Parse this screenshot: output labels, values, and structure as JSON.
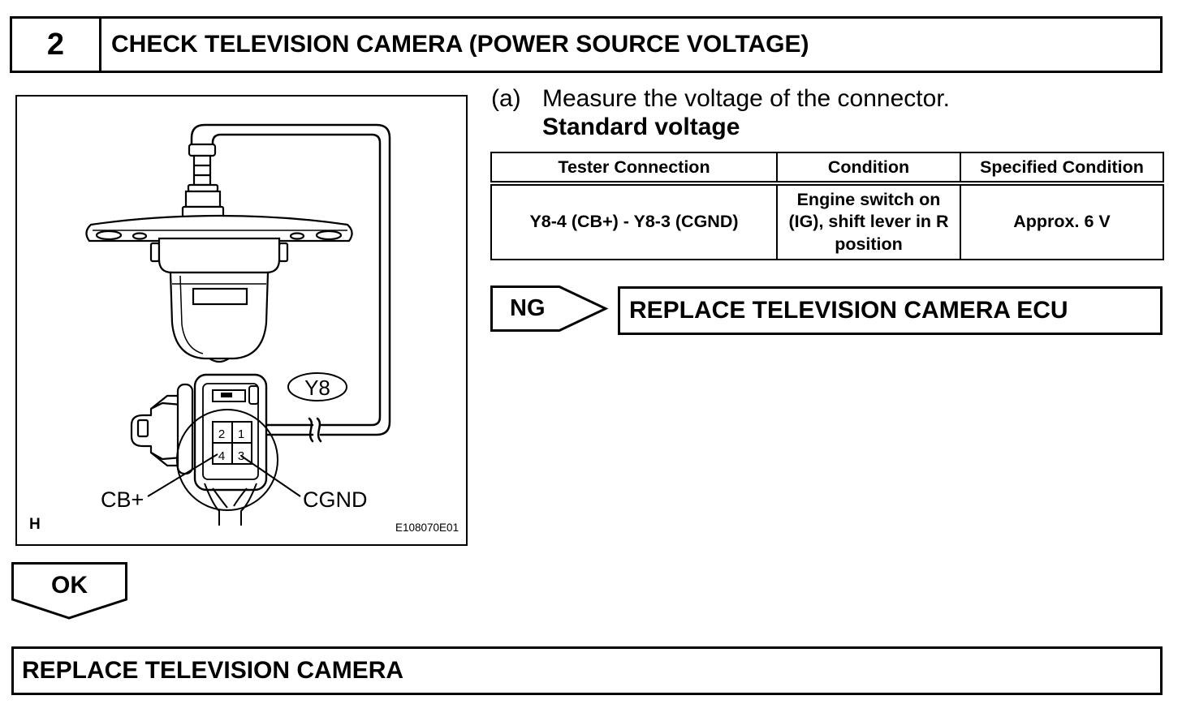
{
  "step": {
    "number": "2",
    "title": "CHECK TELEVISION CAMERA (POWER SOURCE VOLTAGE)"
  },
  "figure": {
    "connector": "Y8",
    "pins": {
      "top_left": "2",
      "top_right": "1",
      "bottom_left": "4",
      "bottom_right": "3"
    },
    "terminal_left": "CB+",
    "terminal_right": "CGND",
    "corner_mark": "H",
    "illustration_code": "E108070E01"
  },
  "instruction": {
    "marker": "(a)",
    "text": "Measure the voltage of the connector.",
    "subheading": "Standard voltage"
  },
  "table": {
    "headers": [
      "Tester Connection",
      "Condition",
      "Specified Condition"
    ],
    "rows": [
      [
        "Y8-4 (CB+) - Y8-3 (CGND)",
        "Engine switch on (IG), shift lever in R position",
        "Approx. 6 V"
      ]
    ]
  },
  "ng_branch": {
    "label": "NG",
    "action": "REPLACE TELEVISION CAMERA ECU"
  },
  "ok_branch": {
    "label": "OK",
    "action": "REPLACE TELEVISION CAMERA"
  }
}
